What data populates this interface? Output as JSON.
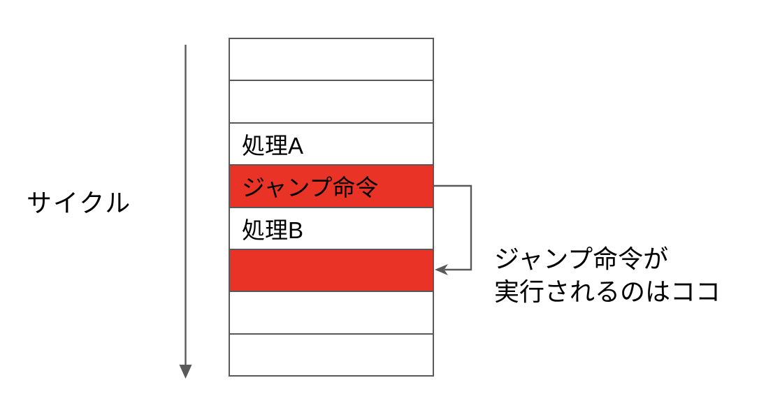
{
  "cycle": {
    "label": "サイクル"
  },
  "table": {
    "rows": [
      {
        "label": "",
        "highlight": false
      },
      {
        "label": "",
        "highlight": false
      },
      {
        "label": "処理A",
        "highlight": false
      },
      {
        "label": "ジャンプ命令",
        "highlight": true
      },
      {
        "label": "処理B",
        "highlight": false
      },
      {
        "label": "",
        "highlight": true
      },
      {
        "label": "",
        "highlight": false
      },
      {
        "label": "",
        "highlight": false
      }
    ]
  },
  "annotation": {
    "line1": "ジャンプ命令が",
    "line2": "実行されるのはココ"
  },
  "colors": {
    "highlight_red": "#e93327",
    "line_gray": "#595959",
    "text_black": "#000000"
  },
  "icons": {
    "cycle_arrow": "down-arrow",
    "jump_arrow": "loop-left-arrow"
  }
}
